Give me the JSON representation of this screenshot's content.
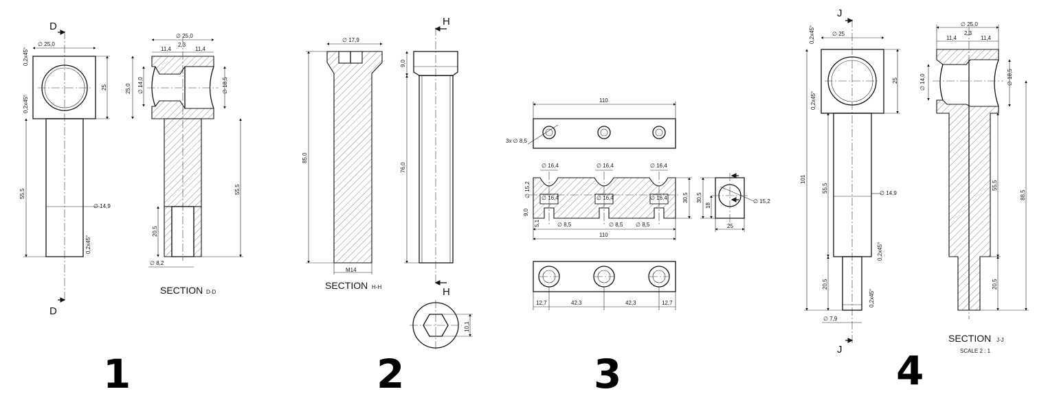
{
  "fig1": {
    "number": "1",
    "section_label": "D",
    "caption": "SECTION",
    "caption_sub": "D-D",
    "dims": {
      "dia250": "∅ 25,0",
      "ch_top": "0,2x45°",
      "ch_mid": "0,2x45°",
      "ch_bot": "0,2x45°",
      "h25": "25",
      "h555": "55,5",
      "dia149": "∅ 14,9",
      "s_dia250": "∅ 25,0",
      "s_114a": "11,4",
      "s_23": "2,3",
      "s_114b": "11,4",
      "s_250": "25,0",
      "s_dia140": "∅ 14,0",
      "s_dia185": "∅ 18,5",
      "s_555": "55,5",
      "s_205": "20,5",
      "s_dia82": "∅ 8,2"
    }
  },
  "fig2": {
    "number": "2",
    "section_label": "H",
    "caption": "SECTION",
    "caption_sub": "H-H",
    "dims": {
      "dia179": "∅ 17,9",
      "h850": "85,0",
      "m14": "M14",
      "h90": "9,0",
      "h760": "76,0",
      "h101": "10,1"
    }
  },
  "fig3": {
    "number": "3",
    "dims": {
      "top110": "110",
      "holes": "3x ∅ 8,5",
      "d164a": "∅ 16,4",
      "d164b": "∅ 16,4",
      "d164c": "∅ 16,4",
      "d152": "∅ 15,2",
      "d164d": "∅ 16,4",
      "d164e": "∅ 16,4",
      "d164f": "∅ 16,4",
      "h90": "9,0",
      "h51": "5,1",
      "d85a": "∅ 8,5",
      "d85b": "∅ 8,5",
      "d85c": "∅ 8,5",
      "mid110": "110",
      "h305": "30,5",
      "s_305": "30,5",
      "s_18": "18",
      "s_25": "25",
      "s_d152": "∅ 15,2",
      "b127a": "12,7",
      "b423a": "42,3",
      "b423b": "42,3",
      "b127b": "12,7"
    }
  },
  "fig4": {
    "number": "4",
    "section_label": "J",
    "caption": "SECTION",
    "caption_sub": "J-J",
    "scale": "SCALE 2 : 1",
    "dims": {
      "ch_top": "0,2x45°",
      "dia25": "∅ 25",
      "h25": "25",
      "ch_mid": "0,2x45°",
      "h101": "101",
      "h555": "55,5",
      "dia149": "∅ 14,9",
      "ch_step": "0,2x45°",
      "h205": "20,5",
      "ch_bot": "0,2x45°",
      "dia79": "∅ 7,9",
      "s_dia250": "∅ 25,0",
      "s_114a": "11,4",
      "s_23": "2,3",
      "s_114b": "11,4",
      "s_dia140": "∅ 14,0",
      "s_dia185": "∅ 18,5",
      "s_555": "55,5",
      "s_885": "88,5",
      "s_205": "20,5"
    }
  }
}
